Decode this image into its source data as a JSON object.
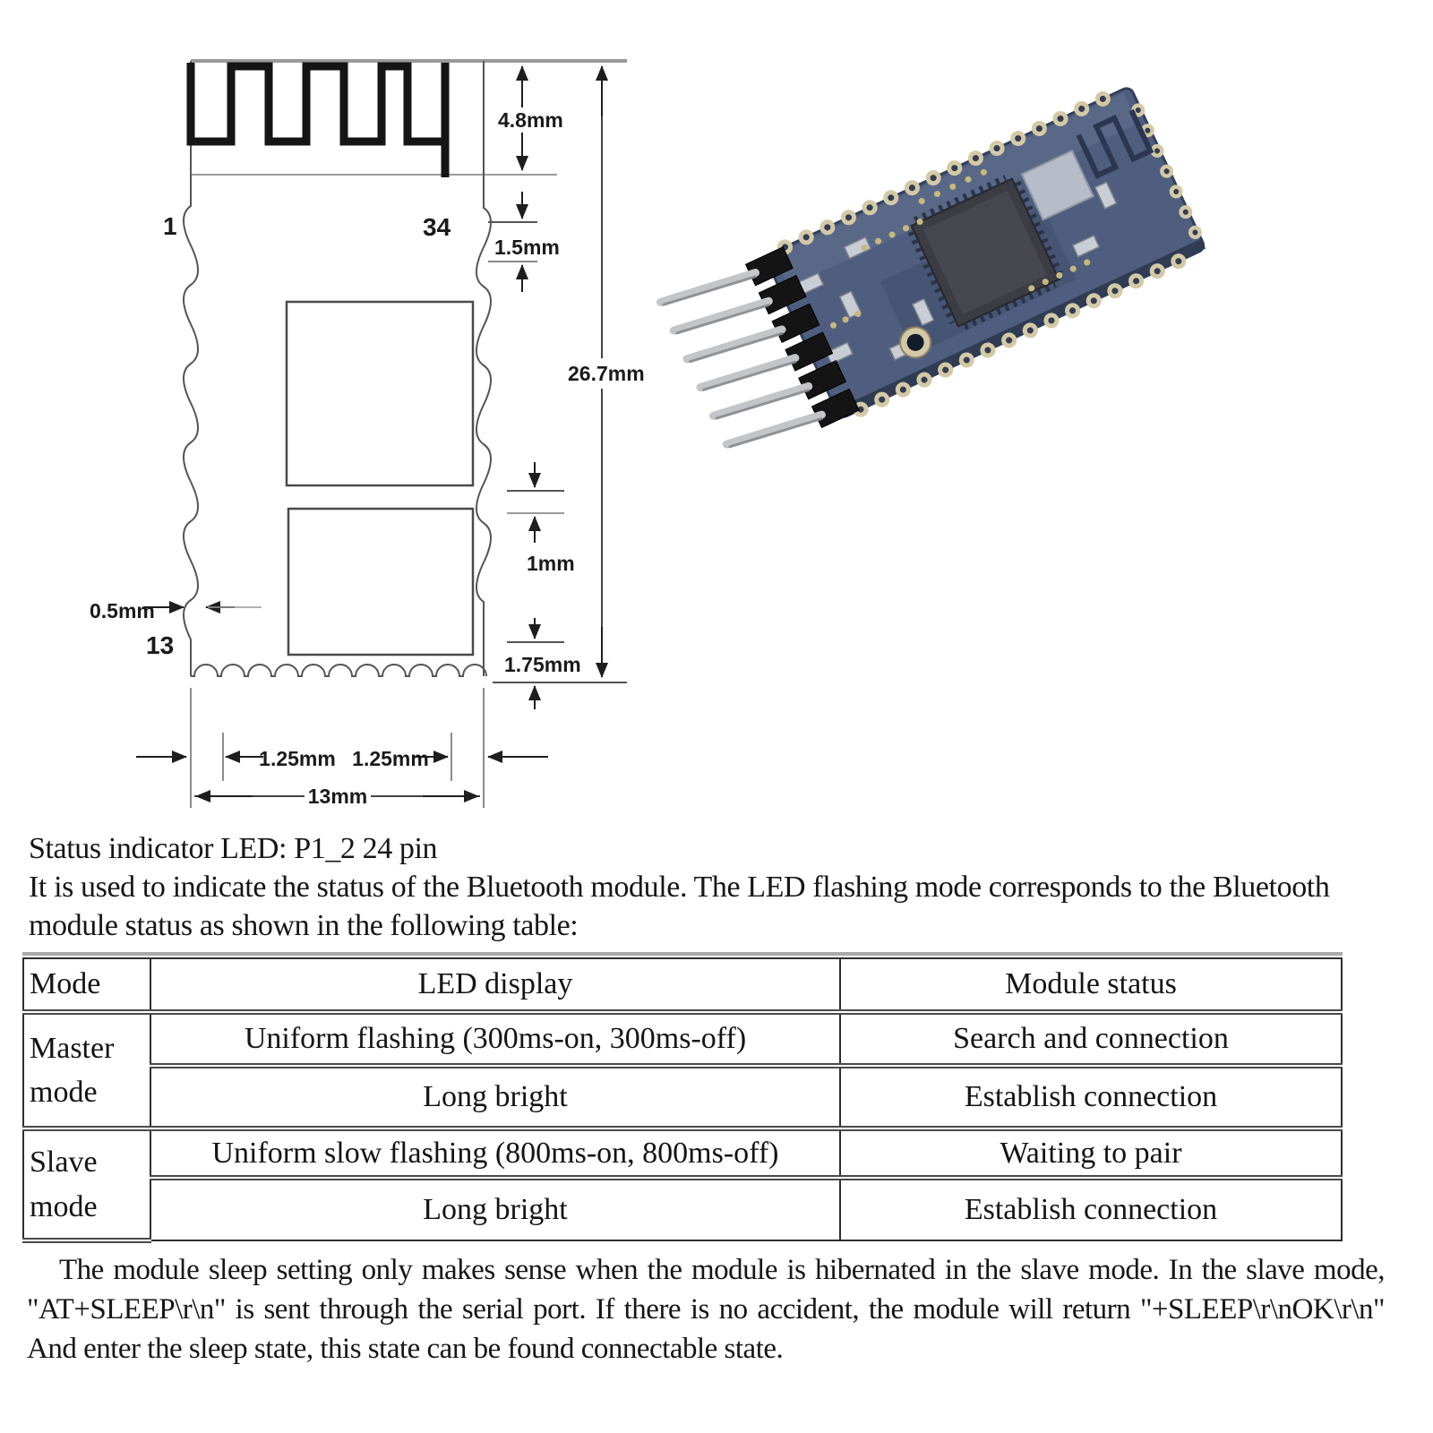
{
  "diagram": {
    "label": "Bluetooth module footprint dimension drawing",
    "pins": {
      "pin1": "1",
      "pin34": "34",
      "pin13": "13"
    },
    "dimensions": {
      "antenna_height": "4.8mm",
      "pad_section": "1.5mm",
      "board_length": "26.7mm",
      "pad_gap": "1mm",
      "bottom_clearance": "1.75mm",
      "pad_width": "0.5mm",
      "pitch_left": "1.25mm",
      "pitch_right": "1.25mm",
      "board_width": "13mm"
    }
  },
  "photo": {
    "label": "Bluetooth serial module photo",
    "pcb_color": "#4f5e7e",
    "pcb_edge_color": "#32405c",
    "chip_color": "#3c3c44",
    "pad_color": "#d3c9a6",
    "pad_hole_color": "#333c52",
    "pin_color": "#c3c5c9",
    "header_color": "#141414"
  },
  "intro": {
    "line1": "Status indicator LED: P1_2 24 pin",
    "body": "It is used to indicate the status of the Bluetooth module. The LED flashing mode corresponds to the Bluetooth module status as shown in the following table:"
  },
  "table": {
    "headers": [
      "Mode",
      "LED display",
      "Module status"
    ],
    "rows": [
      {
        "mode": "Master mode",
        "led": "Uniform flashing (300ms-on, 300ms-off)",
        "status": "Search and connection"
      },
      {
        "led": "Long bright",
        "status": "Establish connection"
      },
      {
        "mode": "Slave mode",
        "led": "Uniform slow flashing (800ms-on, 800ms-off)",
        "status": "Waiting to pair"
      },
      {
        "led": "Long bright",
        "status": "Establish connection"
      }
    ]
  },
  "footer_paragraph": "The module sleep setting only makes sense when the module is hibernated in the slave mode. In the slave mode, \"AT+SLEEP\\r\\n\" is sent through the serial port. If there is no accident, the module will return \"+SLEEP\\r\\nOK\\r\\n\" And enter the sleep state, this state can be found connectable state."
}
